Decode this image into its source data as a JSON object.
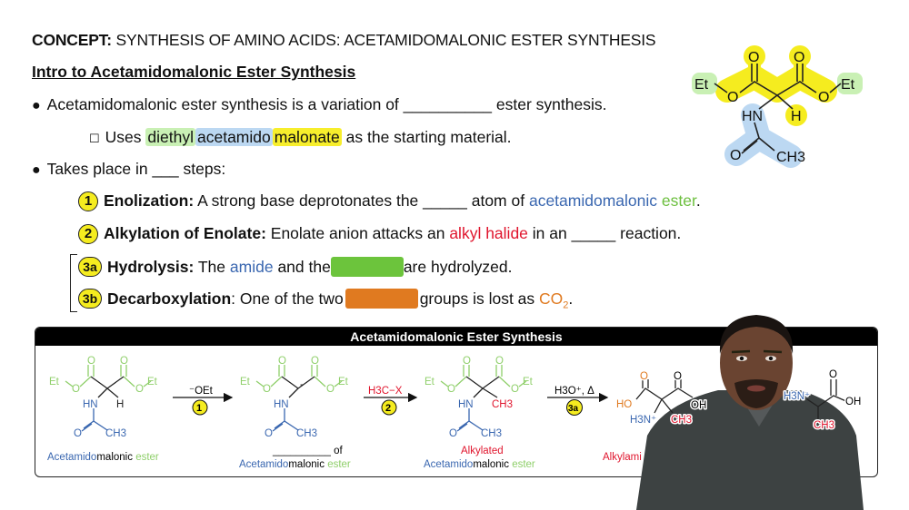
{
  "header": {
    "concept_label": "CONCEPT:",
    "title": "SYNTHESIS OF AMINO ACIDS: ACETAMIDOMALONIC ESTER SYNTHESIS"
  },
  "subtitle": "Intro to Acetamidomalonic Ester Synthesis",
  "bullets": {
    "b1_pre": "Acetamidomalonic ester synthesis is a variation of",
    "b1_blank": "__________",
    "b1_post": "ester synthesis.",
    "sub_pre": "Uses",
    "sub_diethyl": "diethyl",
    "sub_acetamido": "acetamido",
    "sub_malonate": "malonate",
    "sub_post": "as the starting material.",
    "b2_pre": "Takes place in",
    "b2_blank": "___",
    "b2_post": "steps:"
  },
  "steps": [
    {
      "num": "1",
      "title": "Enolization:",
      "t1": "A strong base deprotonates the",
      "blank": "_____",
      "t2": "atom of",
      "t3": "acetamido",
      "t4": "malonic",
      "t5": "ester",
      "t6": "."
    },
    {
      "num": "2",
      "title": "Alkylation of Enolate:",
      "t1": "Enolate anion attacks an",
      "t2": "alkyl halide",
      "t3": "in an",
      "blank": "_____",
      "t4": "reaction."
    },
    {
      "num": "3a",
      "title": "Hydrolysis:",
      "t1": "The",
      "t2": "amide",
      "t3": "and the",
      "t4": "are hydrolyzed.",
      "box_color": "#6cc43c"
    },
    {
      "num": "3b",
      "title": "Decarboxylation",
      "t1": ": One of the two",
      "t2": "groups is lost as",
      "t3": "CO",
      "t3_sub": "2",
      "t4": ".",
      "box_color": "#e07a20"
    }
  ],
  "top_molecule": {
    "et_left": "Et",
    "o_left": "O",
    "o_top1": "O",
    "o_top2": "O",
    "o_right": "O",
    "et_right": "Et",
    "hn": "HN",
    "h": "H",
    "o_amide": "O",
    "ch3": "CH3"
  },
  "panel": {
    "title": "Acetamidomalonic Ester Synthesis",
    "arrows": [
      {
        "reagent": "⁻OEt",
        "step": "1"
      },
      {
        "reagent": "H3C−X",
        "step": "2"
      },
      {
        "reagent": "H3O⁺, Δ",
        "step": "3a"
      }
    ],
    "atoms": {
      "et": "Et",
      "o": "O",
      "hn": "HN",
      "h": "H",
      "ch3": "CH3",
      "ho": "HO",
      "oh": "OH",
      "h3n": "H3N⁺",
      "minus": "-"
    },
    "labels": {
      "m1_a": "Acetamido",
      "m1_b": "malonic",
      "m1_c": "ester",
      "m2_blank": "__________ of",
      "m2_a": "Acetamido",
      "m2_b": "malonic",
      "m2_c": "ester",
      "m3_top": "Alkylated",
      "m3_a": "Acetamido",
      "m3_b": "malonic",
      "m3_c": "ester",
      "m4": "Alkylami"
    }
  },
  "colors": {
    "highlight_yellow": "#f5ec1f",
    "acetamido_blue": "#3a67b0",
    "ester_green": "#6cbf3e",
    "alkyl_red": "#e0152d",
    "acid_orange": "#e07a20"
  }
}
